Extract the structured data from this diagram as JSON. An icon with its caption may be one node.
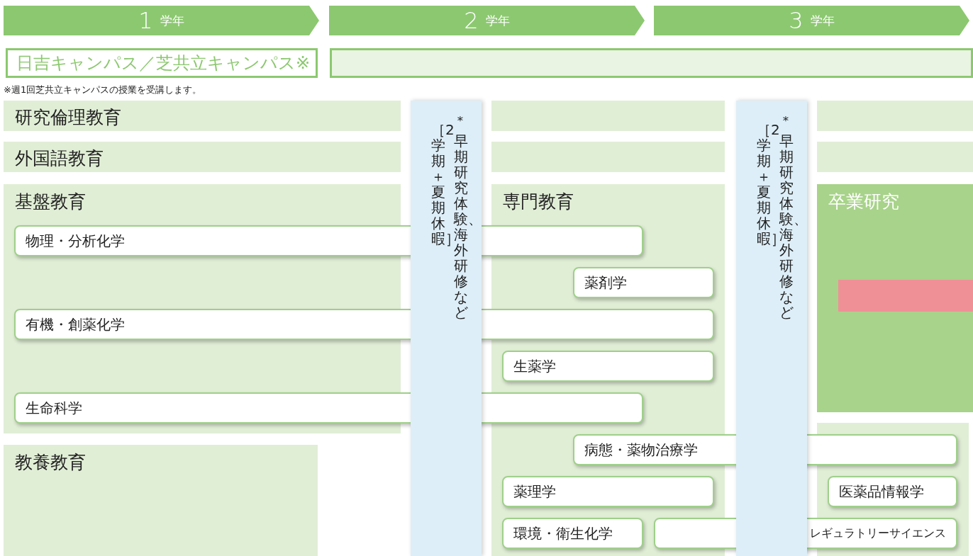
{
  "diagram": {
    "nodes": [
      {
        "text": [
          "1",
          "学年"
        ]
      },
      {
        "text": [
          "2",
          "学年"
        ]
      },
      {
        "text": [
          "3",
          "学年"
        ]
      },
      {
        "text": [
          "日吉キャンパス／芝共立キャンパス※"
        ]
      },
      {
        "text": [],
        "shape": "box"
      },
      {
        "text": [
          "研究倫理教育"
        ]
      },
      {
        "text": [],
        "shape": "box"
      },
      {
        "text": [],
        "shape": "box"
      },
      {
        "text": [
          "外国語教育"
        ]
      },
      {
        "text": [],
        "shape": "box"
      },
      {
        "text": [],
        "shape": "box"
      },
      {
        "text": [
          "基盤教育"
        ]
      },
      {
        "text": [
          "専門教育"
        ]
      },
      {
        "text": [
          "卒業研究"
        ]
      },
      {
        "text": [],
        "shape": "bar",
        "in": 13
      },
      {
        "text": [],
        "shape": "box"
      },
      {
        "text": [
          "教養教育"
        ]
      },
      {
        "text": [
          "物理・分析化学"
        ]
      },
      {
        "text": [
          "薬剤学"
        ],
        "in": 12
      },
      {
        "text": [
          "有機・創薬化学"
        ]
      },
      {
        "text": [
          "生薬学"
        ],
        "in": 12
      },
      {
        "text": [
          "生命科学"
        ]
      },
      {
        "text": [
          "病態・薬物治療学"
        ]
      },
      {
        "text": [
          "薬理学"
        ],
        "in": 12
      },
      {
        "text": [
          "医薬品情報学"
        ],
        "in": 15
      },
      {
        "text": [
          "環境・衛生化学"
        ],
        "in": 12
      },
      {
        "text": [
          "レギュラトリーサイエンス"
        ]
      },
      {
        "text": [
          "［2学期＋夏期休暇］",
          "$^{*}$早期研究体験、海外研修など"
        ]
      },
      {
        "text": [
          "［2学期＋夏期休暇］",
          "$^{*}$早期研究体験、海外研修など"
        ]
      }
    ],
    "labels": [
      "※週1回芝共立キャンパスの授業を受講します。"
    ]
  }
}
